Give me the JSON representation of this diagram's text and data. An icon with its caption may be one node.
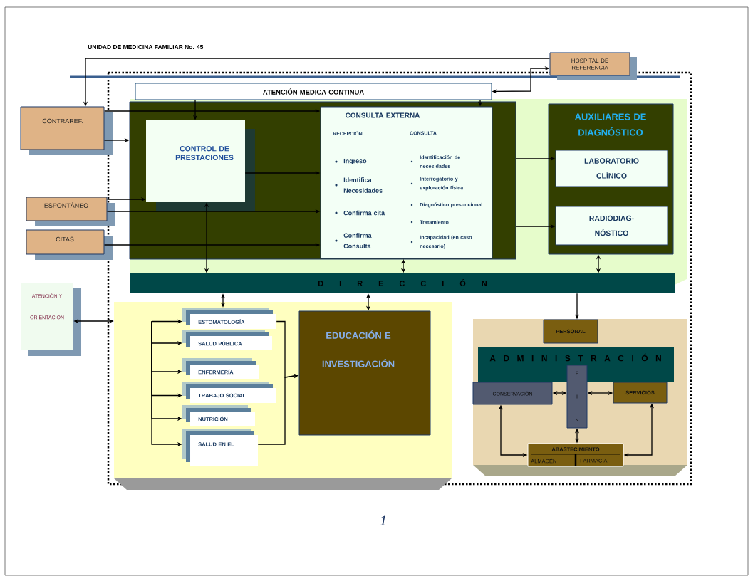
{
  "diagram": {
    "title": "UNIDAD DE MEDICINA FAMILIAR No. 45",
    "nodes": [
      {
        "text": [
          "HOSPITAL DE REFERENCIA"
        ]
      },
      {
        "text": [
          "ATENCIÓN MEDICA CONTINUA"
        ]
      },
      {
        "text": [
          "CONTRAREF."
        ]
      },
      {
        "text": [
          "ESPONTÁNEO"
        ]
      },
      {
        "text": [
          "CITAS"
        ]
      },
      {
        "text": [
          "ATENCIÓN Y ORIENTACIÓN"
        ]
      },
      {
        "text": [],
        "shape": "box"
      },
      {
        "text": [
          "CONTROL DE PRESTACIONES"
        ],
        "in": 6
      },
      {
        "text": [
          "CONSULTA EXTERNA",
          "RECEPCIÓN",
          "CONSULTA",
          "Ingreso",
          "Identifica Necesidades",
          "Confirma cita",
          "Confirma Consulta",
          "Identificación de necesidades",
          "Interrogatorio y exploración física",
          "Diagnóstico presuncional",
          "Tratamiento",
          "Incapacidad (en caso necesario)"
        ],
        "in": 6
      },
      {
        "text": [
          "AUXILIARES DE DIAGNÓSTICO"
        ]
      },
      {
        "text": [
          "LABORATORIO CLÍNICO"
        ],
        "in": 9
      },
      {
        "text": [
          "RADIODIAG- NÓSTICO"
        ],
        "in": 9
      },
      {
        "text": [
          "D I R E C C I Ó N"
        ]
      },
      {
        "text": [],
        "shape": "box"
      },
      {
        "text": [
          "ESTOMATOLOGÍA"
        ],
        "in": 13
      },
      {
        "text": [
          "SALUD PÚBLICA"
        ],
        "in": 13
      },
      {
        "text": [
          "ENFERMERÍA"
        ],
        "in": 13
      },
      {
        "text": [
          "TRABAJO SOCIAL"
        ],
        "in": 13
      },
      {
        "text": [
          "NUTRICIÓN"
        ],
        "in": 13
      },
      {
        "text": [
          "SALUD EN EL"
        ],
        "in": 13
      },
      {
        "text": [
          "EDUCACIÓN E INVESTIGACIÓN"
        ],
        "in": 13
      },
      {
        "text": [],
        "shape": "box"
      },
      {
        "text": [
          "PERSONAL"
        ],
        "in": 21
      },
      {
        "text": [
          "A D M I N I S T R A C I Ó N"
        ],
        "in": 21
      },
      {
        "text": [
          "CONSERVACIÓN"
        ],
        "in": 21
      },
      {
        "text": [
          "F I N"
        ],
        "in": 21
      },
      {
        "text": [
          "SERVICIOS"
        ],
        "in": 21
      },
      {
        "text": [
          "ABASTECIMIENTO",
          "ALMACÉN",
          "FARMACIA"
        ],
        "in": 21
      }
    ],
    "edges": [
      {
        "from": 1,
        "to": 0,
        "arrow": "both"
      },
      {
        "from": 0,
        "to": 2,
        "arrow": "to"
      },
      {
        "from": 1,
        "to": 7,
        "arrow": "to"
      },
      {
        "from": 1,
        "to": 8,
        "arrow": "to"
      },
      {
        "from": 2,
        "to": 8,
        "arrow": "to"
      },
      {
        "from": 2,
        "to": 6,
        "arrow": "to"
      },
      {
        "from": 3,
        "to": 7,
        "arrow": "to"
      },
      {
        "from": 3,
        "to": 8,
        "arrow": "to"
      },
      {
        "from": 4,
        "to": 8,
        "arrow": "to"
      },
      {
        "from": 7,
        "to": 8,
        "arrow": "to"
      },
      {
        "from": 7,
        "to": 12,
        "arrow": "both"
      },
      {
        "from": 8,
        "to": 12,
        "arrow": "both"
      },
      {
        "from": 6,
        "to": 10,
        "arrow": "to"
      },
      {
        "from": 6,
        "to": 11,
        "arrow": "to"
      },
      {
        "from": 9,
        "to": 12,
        "arrow": "both"
      },
      {
        "from": 5,
        "to": 13,
        "arrow": "both"
      },
      {
        "from": 12,
        "to": 14,
        "arrow": "both"
      },
      {
        "from": 12,
        "to": 20,
        "arrow": "both"
      },
      {
        "from": null,
        "to": 14,
        "arrow": "to"
      },
      {
        "from": null,
        "to": 15,
        "arrow": "to"
      },
      {
        "from": null,
        "to": 16,
        "arrow": "to"
      },
      {
        "from": null,
        "to": 17,
        "arrow": "to"
      },
      {
        "from": null,
        "to": 18,
        "arrow": "to"
      },
      {
        "from": null,
        "to": 19,
        "arrow": "to"
      },
      {
        "from": 14,
        "to": 20,
        "arrow": "to"
      },
      {
        "from": 19,
        "to": 20,
        "arrow": "to"
      },
      {
        "from": 12,
        "to": 22,
        "arrow": "to"
      },
      {
        "from": 24,
        "to": 25,
        "arrow": "both"
      },
      {
        "from": 25,
        "to": 26,
        "arrow": "both"
      },
      {
        "from": 25,
        "to": 27,
        "arrow": "both"
      },
      {
        "from": 24,
        "to": 27,
        "arrow": "both"
      },
      {
        "from": 26,
        "to": 27,
        "arrow": "both"
      }
    ],
    "labels": [
      "1"
    ]
  }
}
